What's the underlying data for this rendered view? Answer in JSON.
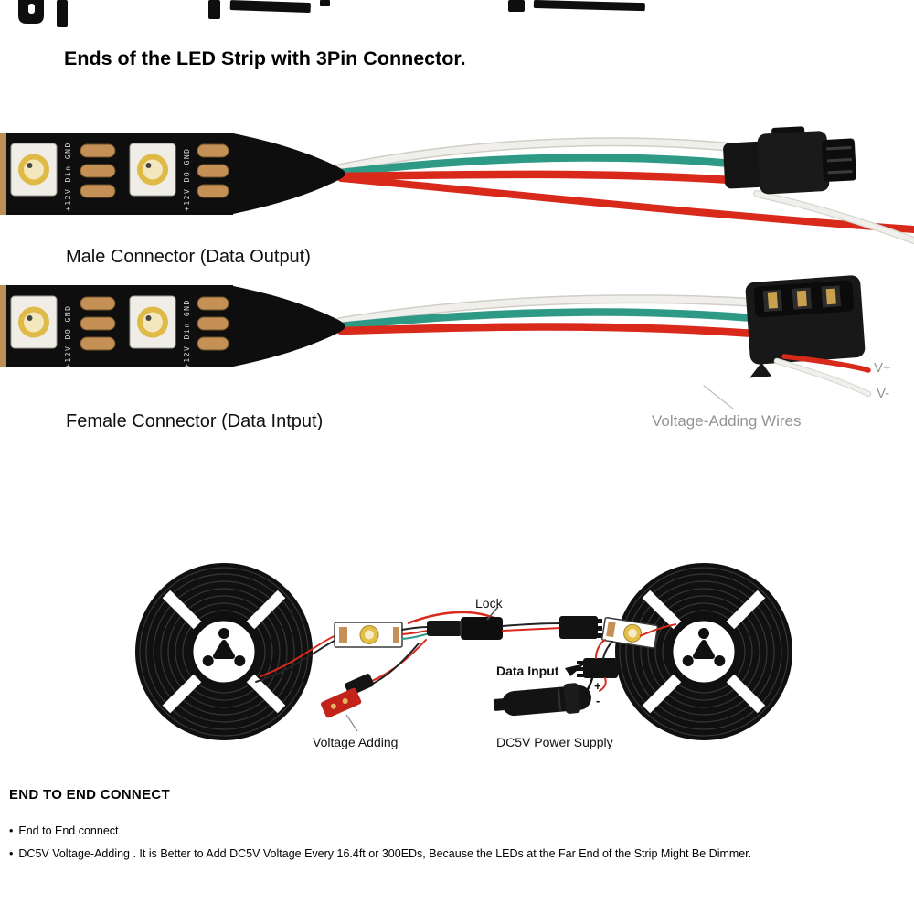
{
  "title": "Ends of the LED Strip with 3Pin Connector.",
  "male_section": {
    "label": "Male Connector (Data Output)",
    "marking_1": "+12V Din GND",
    "marking_2": "+12V DO GND"
  },
  "female_section": {
    "label": "Female Connector (Data Intput)",
    "marking_1": "+12V DO GND",
    "marking_2": "+12V Din GND",
    "v_plus": "V+",
    "v_minus": "V-",
    "voltage_wires_label": "Voltage-Adding Wires"
  },
  "diagram": {
    "lock_label": "Lock",
    "data_input_label": "Data Input",
    "voltage_adding_label": "Voltage Adding",
    "power_supply_label": "DC5V Power Supply",
    "plus_label": "+",
    "minus_label": "-"
  },
  "footer": {
    "heading": "END TO END CONNECT",
    "bullet_char": "•",
    "bullets": [
      "End to End connect",
      "DC5V Voltage-Adding . It is Better to Add DC5V Voltage Every 16.4ft or 300EDs, Because the LEDs at the Far End of the Strip Might Be Dimmer."
    ]
  },
  "colors": {
    "wire_red": "#d8291b",
    "wire_green": "#2e9a85",
    "wire_white": "#f0efec",
    "connector_black": "#141414",
    "pad_gold": "#c49055",
    "label_gray": "#949494"
  }
}
